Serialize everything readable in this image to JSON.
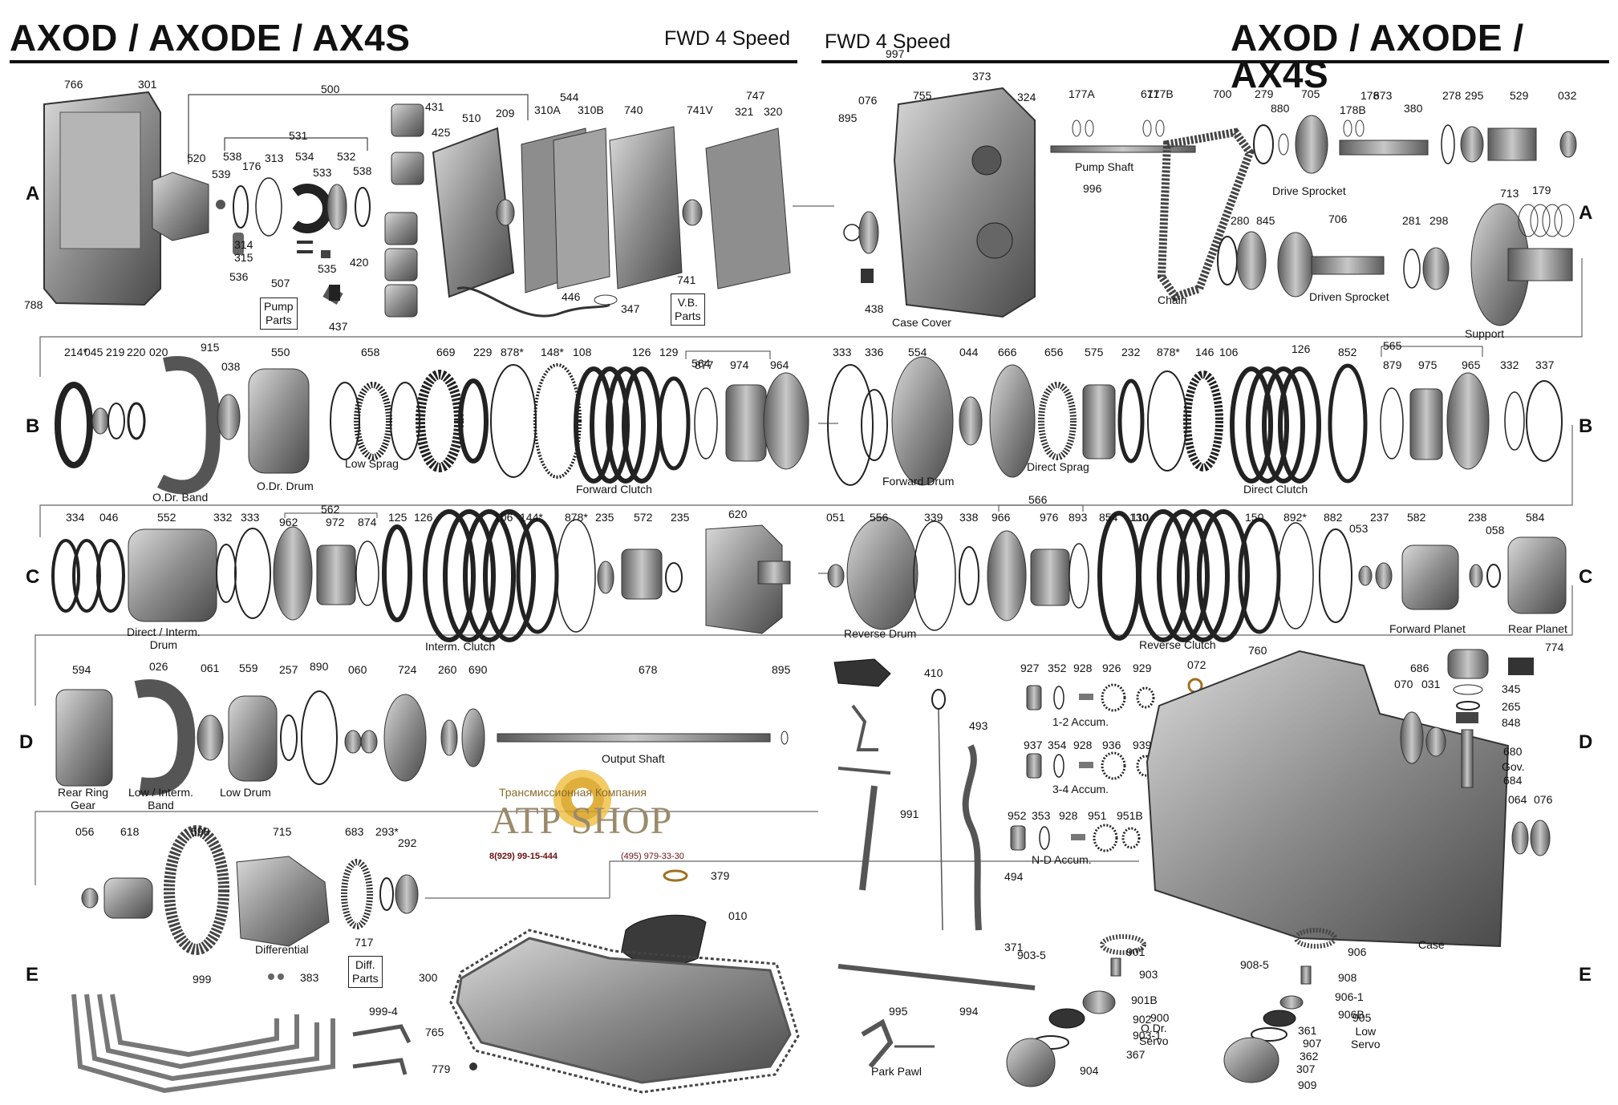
{
  "header": {
    "title_left": "AXOD / AXODE / AX4S",
    "subtitle_left": "FWD 4 Speed",
    "subtitle_right": "FWD 4 Speed",
    "title_right": "AXOD / AXODE / AX4S"
  },
  "rows": [
    "A",
    "B",
    "C",
    "D",
    "E"
  ],
  "captions": {
    "pump_shaft": "Pump Shaft",
    "drive_sprocket": "Drive Sprocket",
    "chain": "Chain",
    "driven_sprocket": "Driven Sprocket",
    "support": "Support",
    "case_cover": "Case Cover",
    "pump_parts": "Pump\nParts",
    "vb_parts": "V.B.\nParts",
    "odr_band": "O.Dr. Band",
    "odr_drum": "O.Dr. Drum",
    "low_sprag": "Low Sprag",
    "forward_clutch": "Forward Clutch",
    "forward_drum": "Forward Drum",
    "direct_sprag": "Direct Sprag",
    "direct_clutch": "Direct Clutch",
    "direct_interm_drum": "Direct / Interm.\nDrum",
    "interm_clutch": "Interm. Clutch",
    "reverse_drum": "Reverse Drum",
    "reverse_clutch": "Reverse Clutch",
    "forward_planet": "Forward Planet",
    "rear_planet": "Rear Planet",
    "rear_ring_gear": "Rear Ring\nGear",
    "low_interm_band": "Low / Interm.\nBand",
    "low_drum": "Low Drum",
    "output_shaft": "Output Shaft",
    "accum_12": "1-2 Accum.",
    "accum_34": "3-4 Accum.",
    "accum_nd": "N-D Accum.",
    "gov": "Gov.",
    "case": "Case",
    "differential": "Differential",
    "diff_parts": "Diff.\nParts",
    "park_pawl": "Park Pawl",
    "odr_servo": "O.Dr.\nServo",
    "low_servo": "Low\nServo"
  },
  "logo": {
    "top_text": "Трансмиссионная Компания",
    "main_text": "ATP SHOP",
    "phone1": "8(929) 99-15-444",
    "phone2": "(495) 979-33-30"
  },
  "part_numbers": {
    "row_a_left": [
      "766",
      "301",
      "788",
      "500",
      "520",
      "531",
      "538",
      "539",
      "176",
      "313",
      "534",
      "533",
      "532",
      "538",
      "314",
      "315",
      "536",
      "535",
      "507",
      "431",
      "425",
      "510",
      "420",
      "437",
      "446",
      "347",
      "209",
      "544",
      "310A",
      "310B",
      "740",
      "741V",
      "741",
      "747",
      "321",
      "320"
    ],
    "row_a_right": [
      "997",
      "373",
      "895",
      "076",
      "755",
      "324",
      "438",
      "177A",
      "671",
      "177B",
      "996",
      "700",
      "279",
      "880",
      "705",
      "178",
      "178B",
      "673",
      "380",
      "278",
      "295",
      "529",
      "032",
      "280",
      "845",
      "706",
      "281",
      "298",
      "713",
      "179"
    ],
    "row_b_left": [
      "214*",
      "045",
      "219",
      "220",
      "020",
      "915",
      "038",
      "550",
      "658",
      "669",
      "229",
      "878*",
      "148*",
      "108",
      "126",
      "129",
      "564",
      "877",
      "974",
      "964"
    ],
    "row_b_right": [
      "333",
      "336",
      "554",
      "044",
      "666",
      "656",
      "575",
      "232",
      "878*",
      "146",
      "106",
      "126",
      "852",
      "565",
      "879",
      "975",
      "965",
      "332",
      "337"
    ],
    "row_c_left": [
      "334",
      "046",
      "552",
      "332",
      "333",
      "562",
      "962",
      "972",
      "874",
      "125",
      "126",
      "106",
      "144*",
      "878*",
      "235",
      "572",
      "235",
      "620"
    ],
    "row_c_right": [
      "051",
      "556",
      "339",
      "338",
      "566",
      "966",
      "976",
      "893",
      "854",
      "130",
      "110",
      "150",
      "892*",
      "882",
      "053",
      "237",
      "582",
      "238",
      "058",
      "584"
    ],
    "row_d_left": [
      "594",
      "026",
      "061",
      "559",
      "257",
      "890",
      "060",
      "724",
      "260",
      "690",
      "678",
      "895"
    ],
    "row_d_right": [
      "410",
      "493",
      "991",
      "927",
      "352",
      "928",
      "926",
      "929",
      "072",
      "760",
      "937",
      "354",
      "928",
      "936",
      "939",
      "952",
      "353",
      "928",
      "951",
      "951B",
      "494",
      "371",
      "686",
      "774",
      "345",
      "265",
      "848",
      "070",
      "031",
      "680",
      "684",
      "064",
      "076"
    ],
    "row_e_left": [
      "056",
      "618",
      "598",
      "715",
      "683",
      "293*",
      "292",
      "717",
      "379",
      "010",
      "999",
      "383",
      "999-4",
      "300",
      "765",
      "779"
    ],
    "row_e_right": [
      "903-5",
      "901",
      "903",
      "901B",
      "902",
      "903-1",
      "367",
      "904",
      "900",
      "994",
      "995",
      "906",
      "908-5",
      "908",
      "906-1",
      "906B",
      "361",
      "907",
      "362",
      "307",
      "909",
      "905"
    ]
  }
}
